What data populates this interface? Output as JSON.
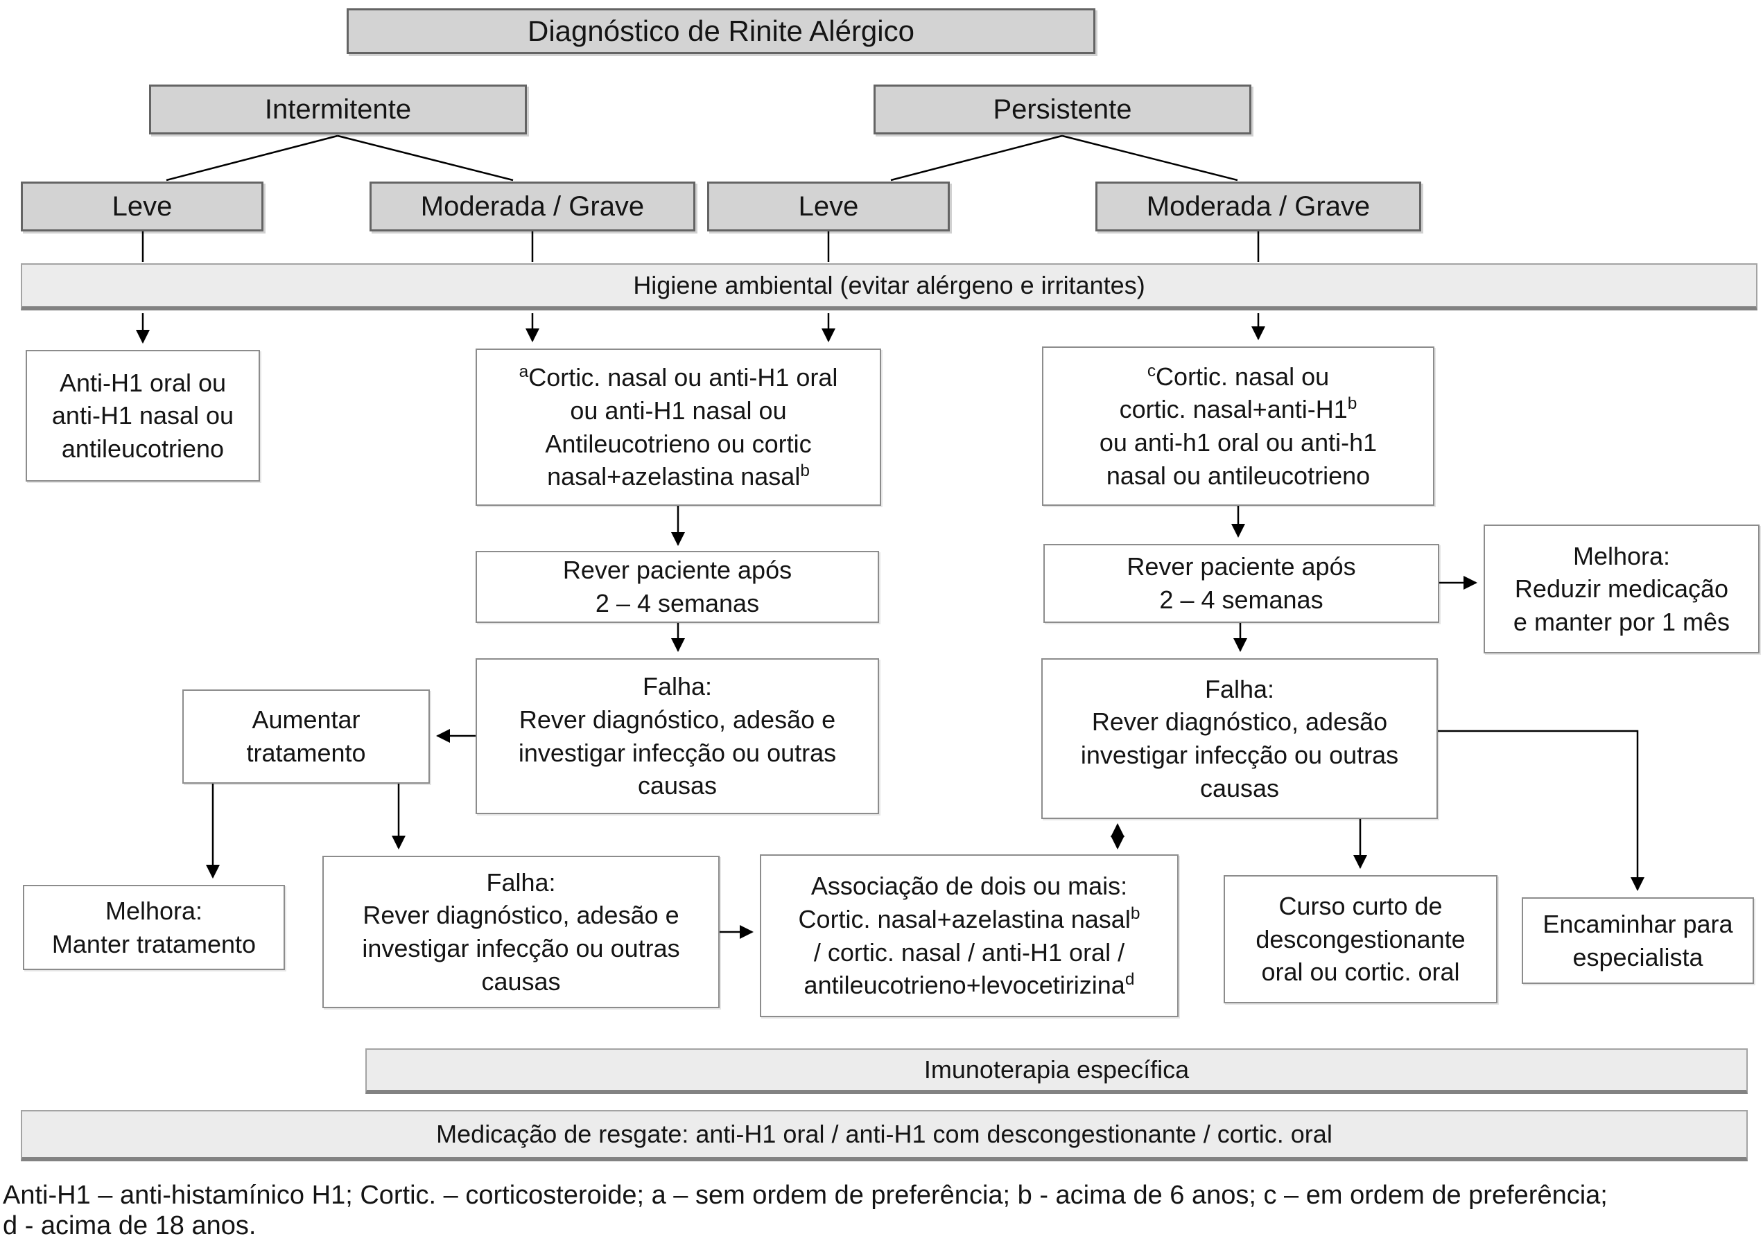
{
  "title": "Diagnóstico de Rinite Alérgico",
  "classification": {
    "intermitente": {
      "label": "Intermitente",
      "leve": "Leve",
      "moderada_grave": "Moderada / Grave"
    },
    "persistente": {
      "label": "Persistente",
      "leve": "Leve",
      "moderada_grave": "Moderada / Grave"
    }
  },
  "higiene_bar": "Higiene ambiental (evitar alérgeno e irritantes)",
  "boxes": {
    "anti_h1": {
      "lines": [
        "Anti-H1 oral ou",
        "anti-H1 nasal ou",
        "antileucotrieno"
      ]
    },
    "cortic_intermitente": {
      "lines": [
        "^a^Cortic. nasal ou anti-H1 oral",
        "ou anti-H1 nasal ou",
        "Antileucotrieno ou cortic",
        "nasal+azelastina nasal^b^"
      ]
    },
    "cortic_persistente": {
      "lines": [
        "^c^Cortic. nasal ou",
        "cortic. nasal+anti-H1^b^",
        "ou anti-h1 oral ou anti-h1",
        "nasal ou antileucotrieno"
      ]
    },
    "rever_left": {
      "lines": [
        "Rever paciente após",
        "2 – 4 semanas"
      ]
    },
    "rever_right": {
      "lines": [
        "Rever paciente após",
        "2 – 4 semanas"
      ]
    },
    "melhora_reduzir": {
      "lines": [
        "Melhora:",
        "Reduzir medicação",
        "e manter por 1 mês"
      ]
    },
    "falha_left": {
      "lines": [
        "Falha:",
        "Rever diagnóstico, adesão e",
        "investigar infecção ou outras",
        "causas"
      ]
    },
    "falha_right": {
      "lines": [
        "Falha:",
        "Rever diagnóstico, adesão",
        "investigar infecção ou outras",
        "causas"
      ]
    },
    "aumentar": {
      "lines": [
        "Aumentar",
        "tratamento"
      ]
    },
    "melhora_manter": {
      "lines": [
        "Melhora:",
        "Manter tratamento"
      ]
    },
    "falha_bottom": {
      "lines": [
        "Falha:",
        "Rever diagnóstico, adesão e",
        "investigar infecção ou outras",
        "causas"
      ]
    },
    "associacao": {
      "lines": [
        "Associação de dois ou mais:",
        "Cortic. nasal+azelastina nasal^b^",
        "/ cortic. nasal / anti-H1 oral /",
        "antileucotrieno+levocetirizina^d^"
      ]
    },
    "curso_curto": {
      "lines": [
        "Curso curto de",
        "descongestionante",
        "oral ou cortic. oral"
      ]
    },
    "encaminhar": {
      "lines": [
        "Encaminhar para",
        "especialista"
      ]
    }
  },
  "imunoterapia_bar": "Imunoterapia específica",
  "resgate_bar": "Medicação de resgate: anti-H1 oral / anti-H1 com descongestionante / cortic. oral",
  "footnote": {
    "lines": [
      "Anti-H1 – anti-histamínico H1; Cortic. – corticosteroide; a – sem ordem de preferência; b - acima de 6 anos; c – em ordem de preferência;",
      "d - acima de 18 anos."
    ]
  },
  "colors": {
    "gray_box_fill": "#d3d3d3",
    "bar_fill": "#ececec",
    "box_border": "#646464",
    "white_box_border": "#8c8c8c",
    "line_color": "#000000",
    "text_color": "#141414"
  }
}
